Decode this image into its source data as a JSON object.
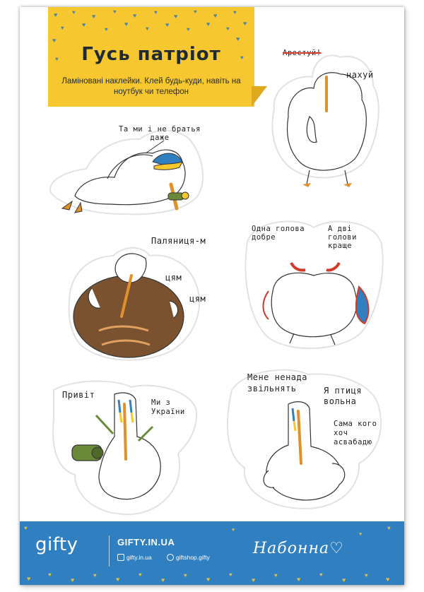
{
  "header": {
    "title": "Гусь патріот",
    "subtitle": "Ламіновані наклейки. Клей будь-куди, навіть на ноутбук чи телефон"
  },
  "stickers": {
    "flying_goose": {
      "caption": "Та ми і не братья даже"
    },
    "goose_back": {
      "crossed": "Арестуй!",
      "caption": "нахуй"
    },
    "bread_goose": {
      "line1": "Паляниця-м",
      "line2": "цям",
      "line3": "цям"
    },
    "two_headed": {
      "left_caption": "Одна голова добре",
      "right_caption": "А дві голови краще"
    },
    "bag_goose": {
      "left_caption": "Привіт",
      "right_caption": "Ми з України"
    },
    "free_goose": {
      "caption1": "Мене ненада звільнять",
      "caption2": "Я птиця вольна",
      "caption3": "Сама кого хоч асвабадю"
    }
  },
  "footer": {
    "brand": "gifty",
    "site": "GIFTY.IN.UA",
    "instagram": "gifty.in.ua",
    "facebook": "giftshop.gifty",
    "signature": "Набонна♡"
  },
  "colors": {
    "header_yellow": "#f7c72f",
    "footer_blue": "#2f7fc1",
    "heart_blue": "#2f7fc1",
    "heart_yellow": "#f7c72f",
    "bread_brown": "#7a5230",
    "beak_orange": "#e0912a"
  }
}
